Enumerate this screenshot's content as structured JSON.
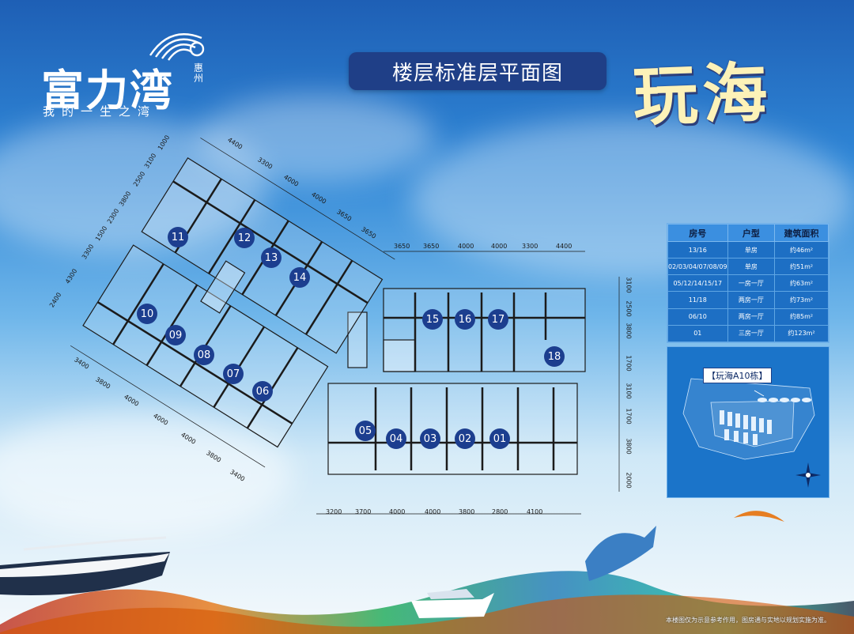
{
  "logo": {
    "title": "富力湾",
    "city": "惠州",
    "slogan": "我的一生之湾"
  },
  "header": {
    "title": "楼层标准层平面图",
    "brand": "玩海"
  },
  "units": [
    {
      "id": "11"
    },
    {
      "id": "12"
    },
    {
      "id": "13"
    },
    {
      "id": "14"
    },
    {
      "id": "10"
    },
    {
      "id": "09"
    },
    {
      "id": "08"
    },
    {
      "id": "07"
    },
    {
      "id": "06"
    },
    {
      "id": "15"
    },
    {
      "id": "16"
    },
    {
      "id": "17"
    },
    {
      "id": "18"
    },
    {
      "id": "05"
    },
    {
      "id": "04"
    },
    {
      "id": "03"
    },
    {
      "id": "02"
    },
    {
      "id": "01"
    }
  ],
  "dimensions": {
    "top_right": [
      "3650",
      "3650",
      "4000",
      "4000",
      "3300",
      "4400"
    ],
    "bottom": [
      "3200",
      "3700",
      "4000",
      "4000",
      "3800",
      "2800",
      "4100"
    ],
    "right": [
      "3100",
      "2500",
      "3800",
      "1700",
      "3100",
      "1700",
      "3800",
      "2000"
    ],
    "top_left": [
      "4400",
      "3300",
      "4000",
      "4000",
      "3650",
      "3650"
    ],
    "left_upper": [
      "1000",
      "3100",
      "2500",
      "3800",
      "2300",
      "1500",
      "3300",
      "4300",
      "2400"
    ],
    "left_lower": [
      "3400",
      "3800",
      "4000",
      "4000",
      "4000",
      "3800",
      "3400"
    ]
  },
  "table": {
    "headers": [
      "房号",
      "户型",
      "建筑面积"
    ],
    "rows": [
      [
        "13/16",
        "单房",
        "约46m²"
      ],
      [
        "02/03/04/07/08/09",
        "单房",
        "约51m²"
      ],
      [
        "05/12/14/15/17",
        "一房一厅",
        "约63m²"
      ],
      [
        "11/18",
        "两房一厅",
        "约73m²"
      ],
      [
        "06/10",
        "两房一厅",
        "约85m²"
      ],
      [
        "01",
        "三房一厅",
        "约123m²"
      ]
    ]
  },
  "location_map": {
    "label": "【玩海A10栋】"
  },
  "footer": {
    "disclaimer": "本楼图仅为示意参考作用，图房通与实地以规划实施为准。"
  },
  "colors": {
    "badge": "#1c3e8f",
    "title_pill": "#1f3f87",
    "brand_text": "#fdf2b8",
    "table_bg": "#1d6fc4"
  }
}
